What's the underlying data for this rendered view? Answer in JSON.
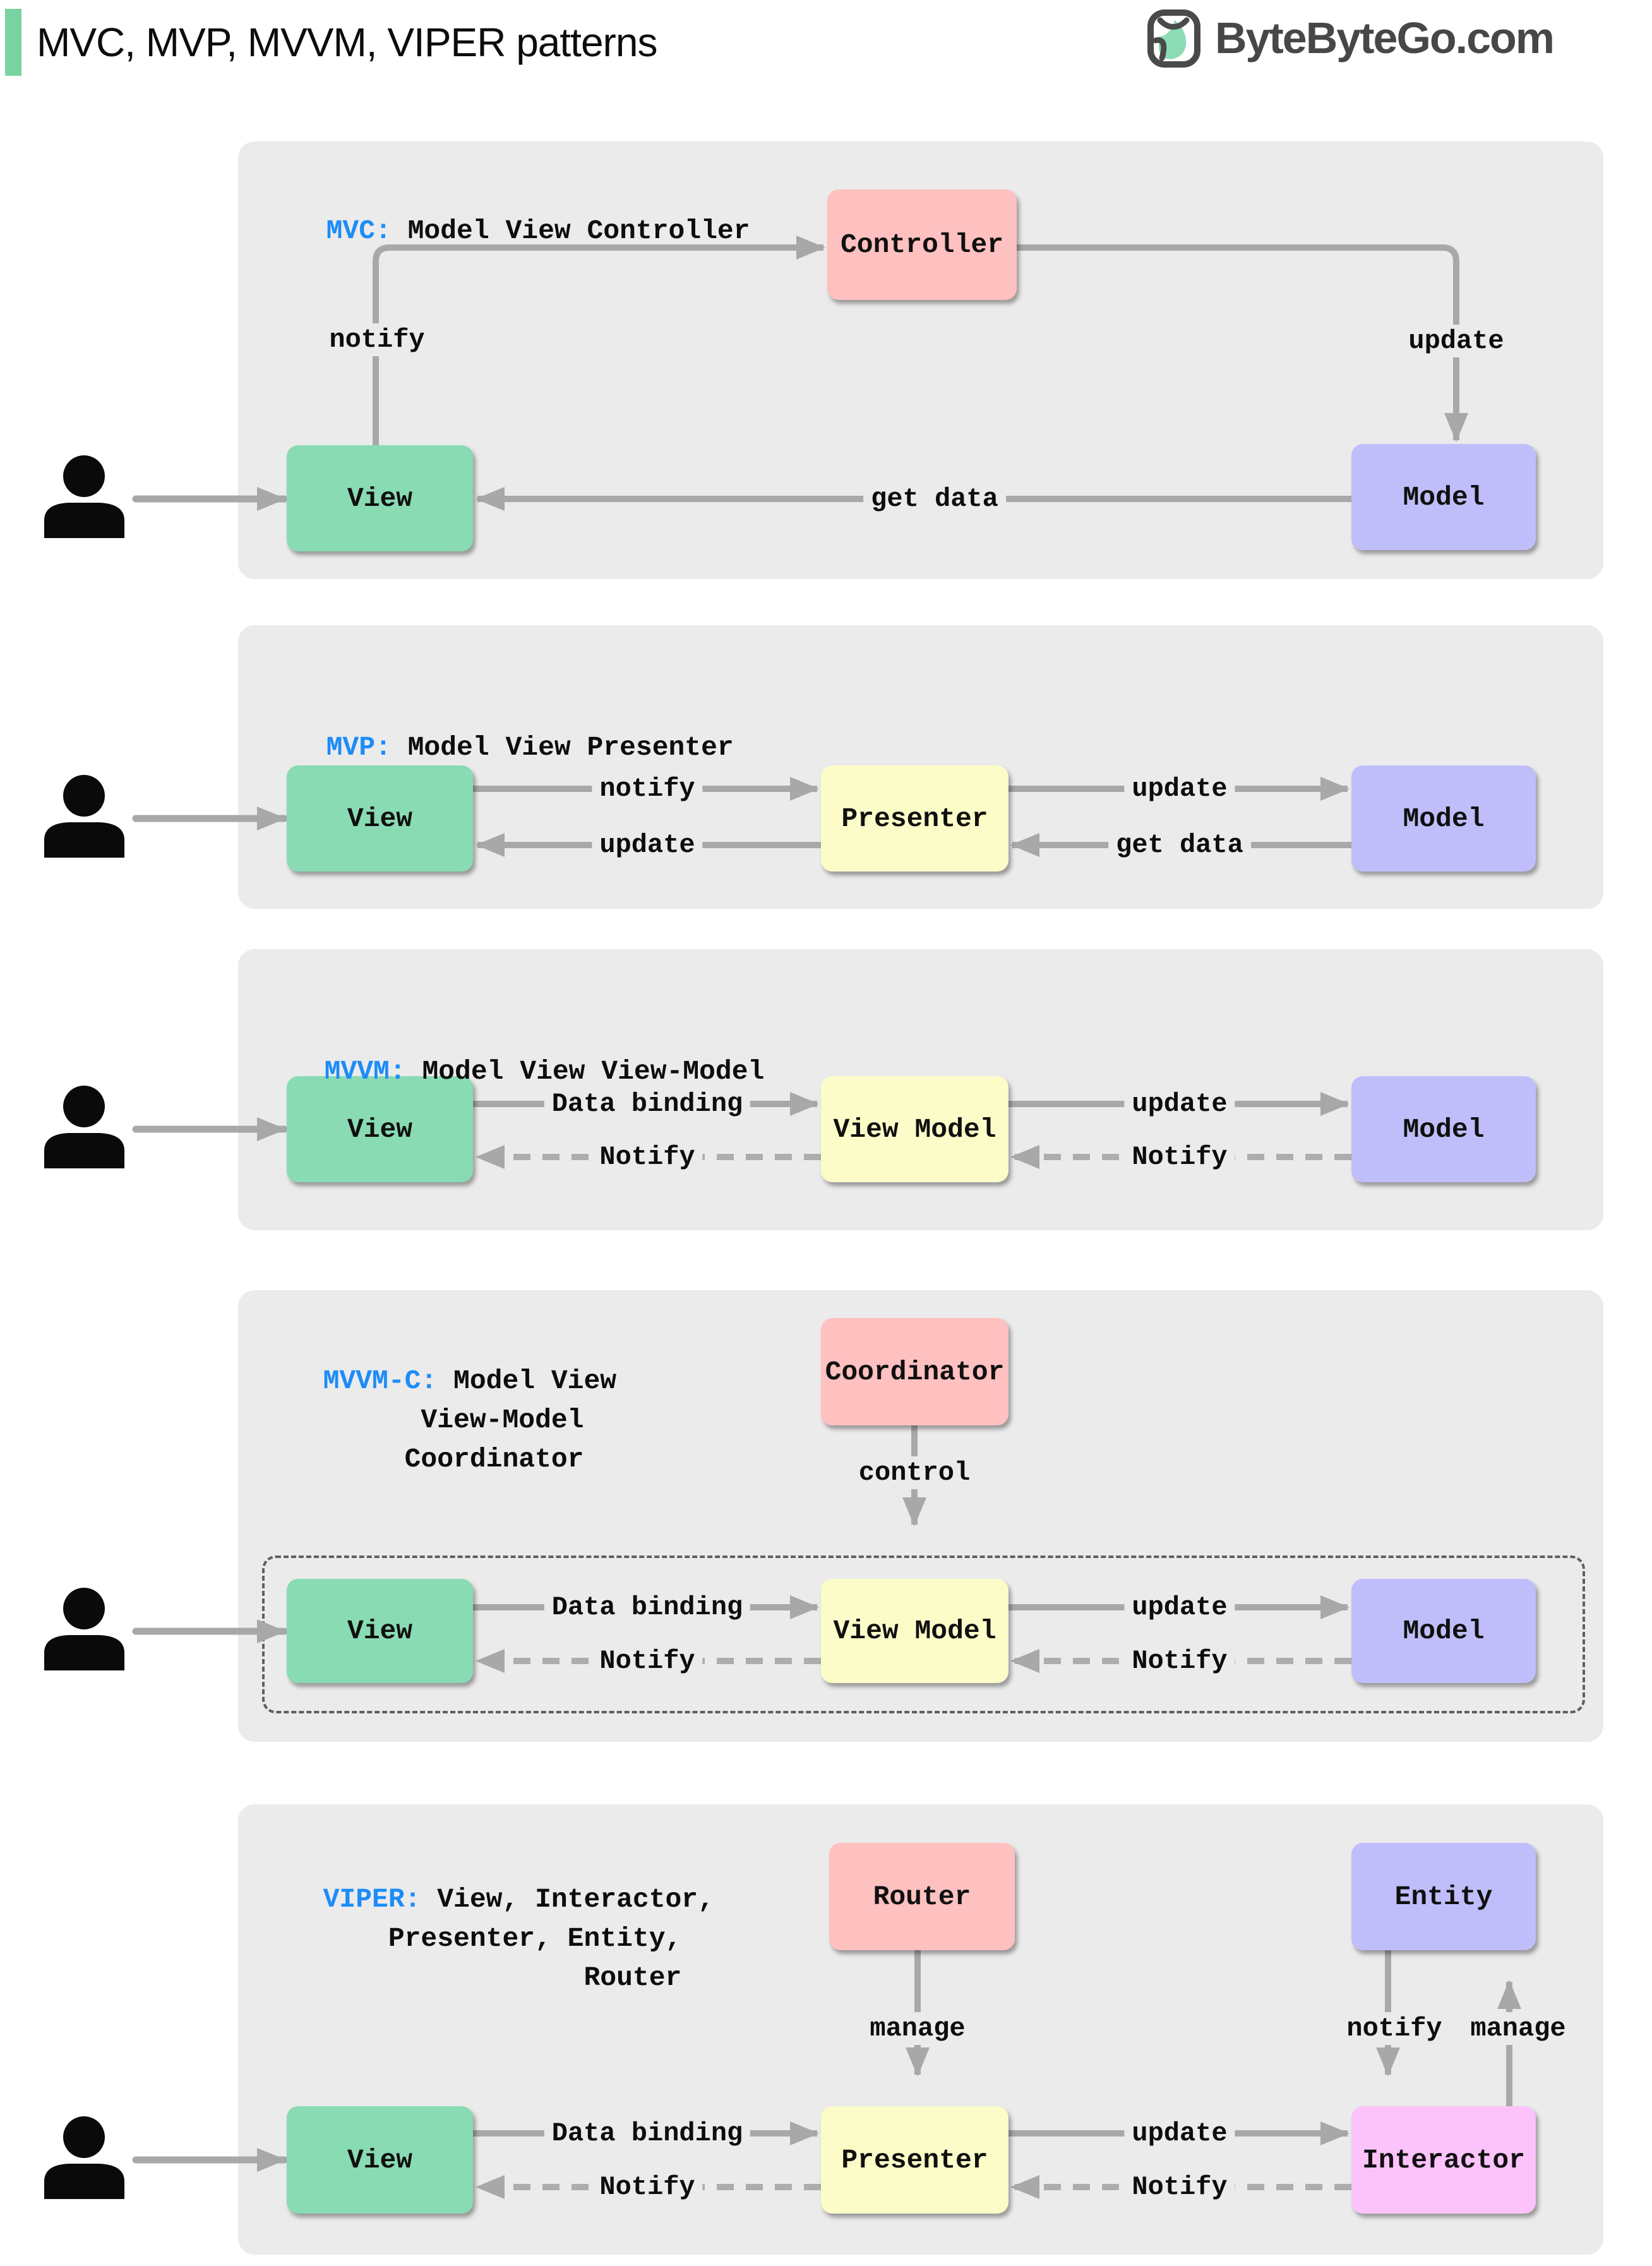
{
  "header": {
    "title": "MVC, MVP, MVVM, VIPER patterns",
    "logo_text": "ByteByteGo.com"
  },
  "colors": {
    "accent_green": "#79d2a1",
    "panel_background": "#ebebeb",
    "box_green": "#89dbb3",
    "box_pink": "#ffc0c0",
    "box_yellow": "#fcfcc9",
    "box_purple": "#c0befa",
    "box_magenta": "#fbc3fa",
    "arrow_gray": "#a8a8a8",
    "keyword_blue": "#1d8cf8",
    "logo_gray": "#474747"
  },
  "panels": [
    {
      "name": "mvc",
      "title_prefix": "MVC:",
      "title_rest": " Model View Controller",
      "boxes": {
        "controller": "Controller",
        "view": "View",
        "model": "Model"
      },
      "labels": {
        "notify": "notify",
        "update": "update",
        "get_data": "get data"
      }
    },
    {
      "name": "mvp",
      "title_prefix": "MVP:",
      "title_rest": " Model View Presenter",
      "boxes": {
        "view": "View",
        "presenter": "Presenter",
        "model": "Model"
      },
      "labels": {
        "notify": "notify",
        "update_top": "update",
        "update_bottom": "update",
        "get_data": "get data"
      }
    },
    {
      "name": "mvvm",
      "title_prefix": "MVVM:",
      "title_rest": " Model View View-Model",
      "boxes": {
        "view": "View",
        "view_model": "View Model",
        "model": "Model"
      },
      "labels": {
        "data_binding": "Data binding",
        "notify_left": "Notify",
        "update": "update",
        "notify_right": "Notify"
      }
    },
    {
      "name": "mvvm-c",
      "title_prefix": "MVVM-C:",
      "title_rest": " Model View\n        View-Model\n       Coordinator",
      "boxes": {
        "coordinator": "Coordinator",
        "view": "View",
        "view_model": "View Model",
        "model": "Model"
      },
      "labels": {
        "control": "control",
        "data_binding": "Data binding",
        "notify_left": "Notify",
        "update": "update",
        "notify_right": "Notify"
      }
    },
    {
      "name": "viper",
      "title_prefix": "VIPER:",
      "title_rest": " View, Interactor,\n      Presenter, Entity,\n                  Router",
      "boxes": {
        "router": "Router",
        "entity": "Entity",
        "view": "View",
        "presenter": "Presenter",
        "interactor": "Interactor"
      },
      "labels": {
        "manage_router": "manage",
        "notify_entity": "notify",
        "manage_entity": "manage",
        "data_binding": "Data binding",
        "notify_left": "Notify",
        "update": "update",
        "notify_right": "Notify"
      }
    }
  ]
}
